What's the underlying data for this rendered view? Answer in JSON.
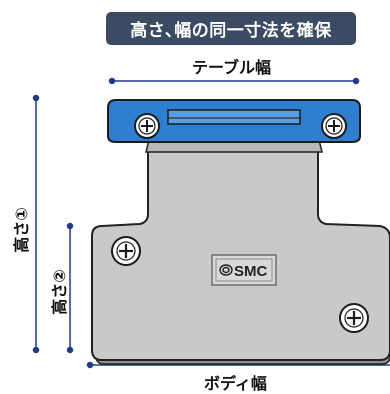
{
  "title": "高さ､幅の同一寸法を確保",
  "labels": {
    "table_width": "テーブル幅",
    "body_width": "ボディ幅",
    "height_1": "高さ①",
    "height_2": "高さ②"
  },
  "logo_text": "SMC",
  "colors": {
    "title_bg": "#3a4b63",
    "dimension_line": "#1f3b8c",
    "table": "#2f7fd0",
    "body": "#c9c9c9",
    "outline": "#222222"
  }
}
